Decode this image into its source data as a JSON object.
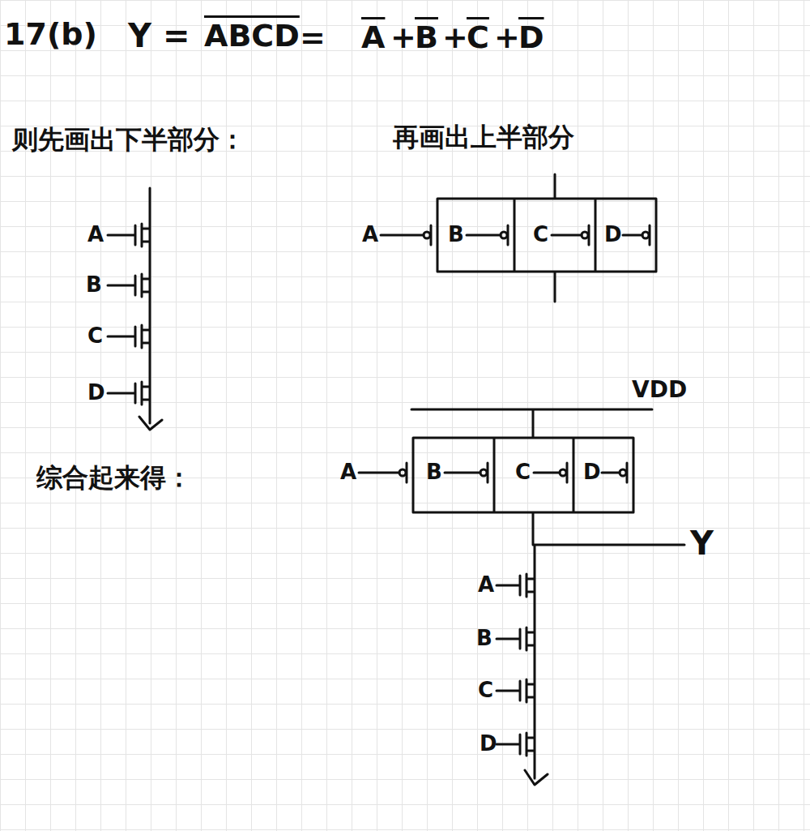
{
  "diagram": {
    "labels": [
      "17(b)",
      "Y =",
      "ABCD",
      "=",
      "A",
      "+",
      "B",
      "+",
      "C",
      "+",
      "D",
      "则先画出下半部分：",
      "再画出上半部分",
      "A",
      "B",
      "C",
      "D",
      "A",
      "B",
      "C",
      "D",
      "综合起来得：",
      "VDD",
      "A",
      "B",
      "C",
      "D",
      "Y",
      "A",
      "B",
      "C",
      "D"
    ]
  }
}
